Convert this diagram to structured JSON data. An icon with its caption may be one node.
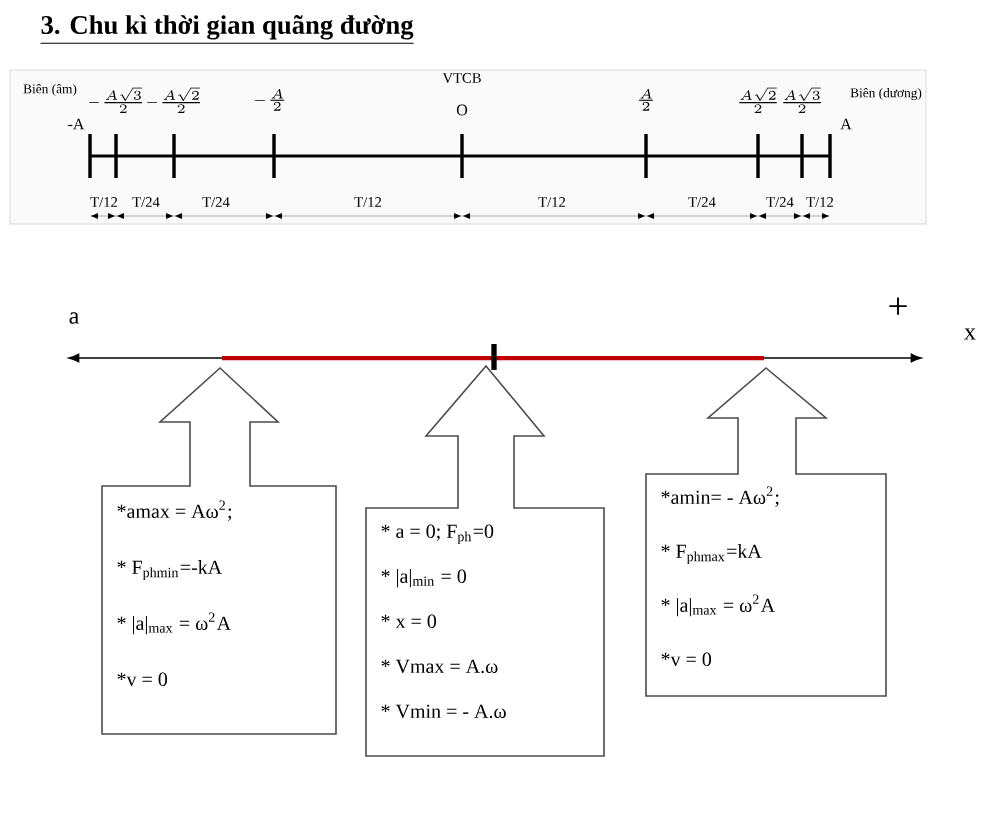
{
  "diagram": {
    "title": "3. Chu kì thời gian quãng đường",
    "nodes": [
      {
        "text": [
          "*amax = Aω$^{2}$;",
          "* F$_{phmin}$=-kA",
          "* |a|$_{max}$ = ω$^{2}$A",
          "*v = 0"
        ]
      },
      {
        "text": [
          "* a = 0; F$_{ph}$=0",
          "* |a|$_{min}$ = 0",
          "* x = 0",
          "* Vmax = A.ω",
          "* Vmin = - A.ω"
        ]
      },
      {
        "text": [
          "*amin= - Aω$^{2}$;",
          "* F$_{phmax}$=kA",
          "* |a|$_{max}$ = ω$^{2}$A",
          "*v = 0"
        ]
      }
    ],
    "labels": [
      "Biên (âm)",
      "-A",
      "-\\frac{A\\sqrt{3}}{2}",
      "-\\frac{A\\sqrt{2}}{2}",
      "-\\frac{A}{2}",
      "VTCB",
      "O",
      "\\frac{A}{2}",
      "\\frac{A\\sqrt{2}}{2}",
      "\\frac{A\\sqrt{3}}{2}",
      "Biên (dương)",
      "A",
      "T/12",
      "T/24",
      "T/24",
      "T/12",
      "T/12",
      "T/24",
      "T/24",
      "T/12",
      "a",
      "+",
      "x"
    ]
  }
}
